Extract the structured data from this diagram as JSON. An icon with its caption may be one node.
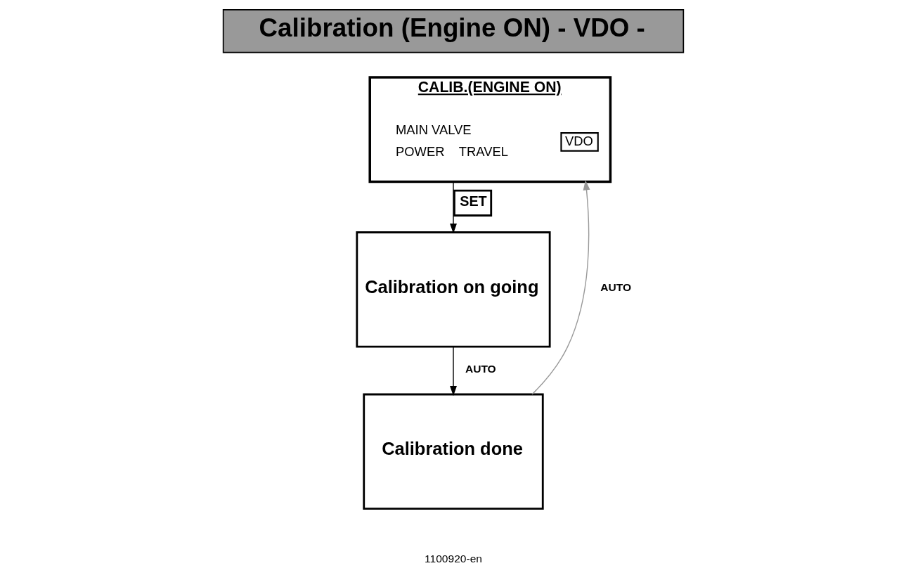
{
  "diagram": {
    "nodes": [
      {
        "text": [
          "Calibration (Engine ON) - VDO -"
        ]
      },
      {
        "text": [
          "CALIB.(ENGINE ON)",
          "MAIN VALVE",
          "POWER",
          "TRAVEL"
        ]
      },
      {
        "text": [
          "VDO"
        ],
        "in": 1
      },
      {
        "text": [
          "Calibration on going"
        ]
      },
      {
        "text": [
          "Calibration done"
        ]
      }
    ],
    "edges": [
      {
        "from": 1,
        "to": 3,
        "arrow": "to",
        "label": "SET"
      },
      {
        "from": 3,
        "to": 4,
        "arrow": "to",
        "label": "AUTO"
      },
      {
        "from": 4,
        "to": 1,
        "arrow": "to",
        "label": "AUTO",
        "color": "#999999"
      }
    ],
    "labels": [
      "1100920-en"
    ]
  }
}
